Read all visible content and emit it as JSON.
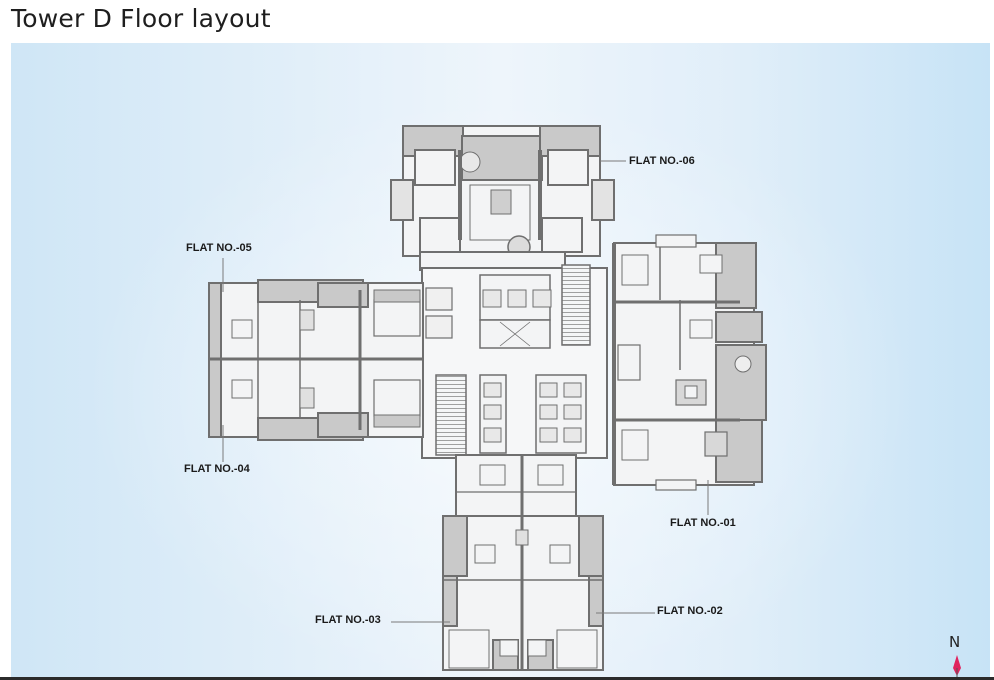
{
  "page": {
    "title": "Tower D Floor layout"
  },
  "floor_plan": {
    "background_colors": {
      "left": "#cfe6f6",
      "center": "#eef5fb",
      "right": "#c7e3f6"
    },
    "wall_color": "#6f6f6f",
    "balcony_fill": "#c9c9c9",
    "flats": [
      {
        "id": "flat-06",
        "label": "FLAT NO.-06",
        "position": "north"
      },
      {
        "id": "flat-05",
        "label": "FLAT NO.-05",
        "position": "west-upper"
      },
      {
        "id": "flat-04",
        "label": "FLAT NO.-04",
        "position": "west-lower"
      },
      {
        "id": "flat-01",
        "label": "FLAT NO.-01",
        "position": "east"
      },
      {
        "id": "flat-02",
        "label": "FLAT NO.-02",
        "position": "south-right"
      },
      {
        "id": "flat-03",
        "label": "FLAT NO.-03",
        "position": "south-left"
      }
    ],
    "compass": {
      "label": "N",
      "needle_color": "#e0245e"
    }
  }
}
